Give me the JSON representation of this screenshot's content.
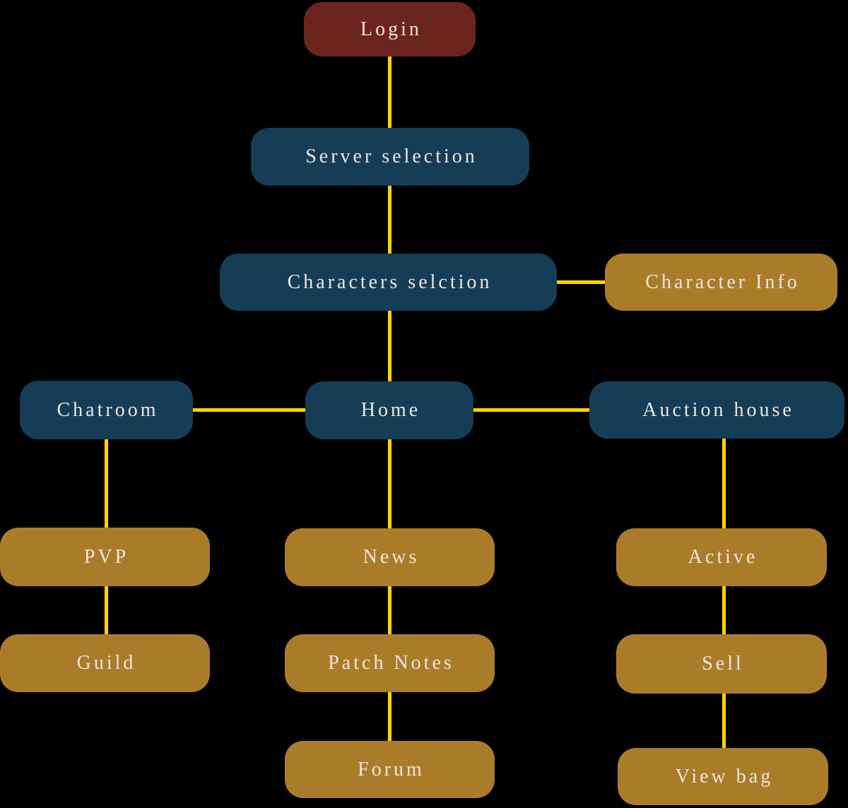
{
  "diagram": {
    "background_color": "#000000",
    "colors": {
      "start_node": "#6C251E",
      "primary_node": "#153D56",
      "leaf_node": "#AA7C2A",
      "connector": "#FFD400",
      "label_text": "#EDE8DF"
    },
    "nodes": {
      "login": {
        "label": "Login",
        "type": "start"
      },
      "server_selection": {
        "label": "Server selection",
        "type": "primary"
      },
      "characters_selection": {
        "label": "Characters selction",
        "type": "primary"
      },
      "character_info": {
        "label": "Character Info",
        "type": "leaf"
      },
      "chatroom": {
        "label": "Chatroom",
        "type": "primary"
      },
      "home": {
        "label": "Home",
        "type": "primary"
      },
      "auction_house": {
        "label": "Auction house",
        "type": "primary"
      },
      "pvp": {
        "label": "PVP",
        "type": "leaf"
      },
      "guild": {
        "label": "Guild",
        "type": "leaf"
      },
      "news": {
        "label": "News",
        "type": "leaf"
      },
      "patch_notes": {
        "label": "Patch Notes",
        "type": "leaf"
      },
      "forum": {
        "label": "Forum",
        "type": "leaf"
      },
      "active": {
        "label": "Active",
        "type": "leaf"
      },
      "sell": {
        "label": "Sell",
        "type": "leaf"
      },
      "view_bag": {
        "label": "View bag",
        "type": "leaf"
      }
    },
    "edges": [
      {
        "from": "Login",
        "to": "Server selection"
      },
      {
        "from": "Server selection",
        "to": "Characters selction"
      },
      {
        "from": "Characters selction",
        "to": "Character Info"
      },
      {
        "from": "Characters selction",
        "to": "Home"
      },
      {
        "from": "Home",
        "to": "Chatroom"
      },
      {
        "from": "Home",
        "to": "Auction house"
      },
      {
        "from": "Chatroom",
        "to": "PVP"
      },
      {
        "from": "PVP",
        "to": "Guild"
      },
      {
        "from": "Home",
        "to": "News"
      },
      {
        "from": "News",
        "to": "Patch Notes"
      },
      {
        "from": "Patch Notes",
        "to": "Forum"
      },
      {
        "from": "Auction house",
        "to": "Active"
      },
      {
        "from": "Active",
        "to": "Sell"
      },
      {
        "from": "Sell",
        "to": "View bag"
      }
    ]
  }
}
